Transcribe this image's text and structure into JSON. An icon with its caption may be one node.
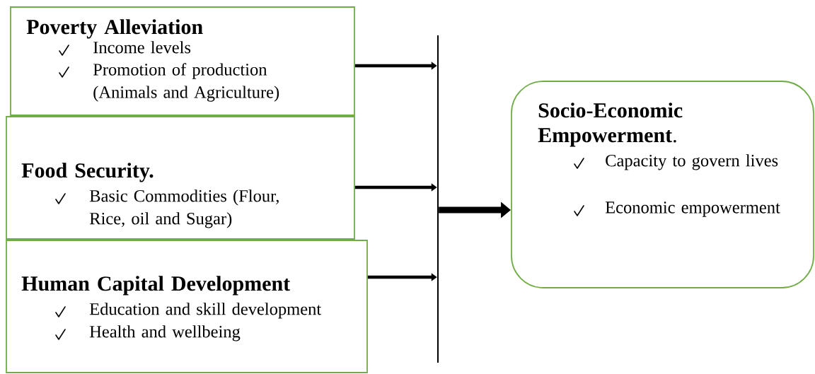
{
  "diagram": {
    "nodes": [
      {
        "text": [
          "Poverty Alleviation",
          "Income levels",
          "Promotion of production (Animals and Agriculture)"
        ]
      },
      {
        "text": [
          "Food Security.",
          "Basic Commodities (Flour, Rice, oil and Sugar)"
        ]
      },
      {
        "text": [
          "Human Capital Development",
          "Education and skill development",
          "Health and wellbeing"
        ]
      },
      {
        "text": [],
        "shape": "bar"
      },
      {
        "text": [
          "**Socio-Economic Empowerment**.",
          "Capacity to govern lives",
          "Economic empowerment"
        ]
      }
    ],
    "edges": [
      {
        "from": 0,
        "to": 3,
        "arrow": "to"
      },
      {
        "from": 1,
        "to": 3,
        "arrow": "to"
      },
      {
        "from": 2,
        "to": 3,
        "arrow": "to"
      },
      {
        "from": 3,
        "to": 4,
        "arrow": "to",
        "style": "thick"
      }
    ]
  }
}
